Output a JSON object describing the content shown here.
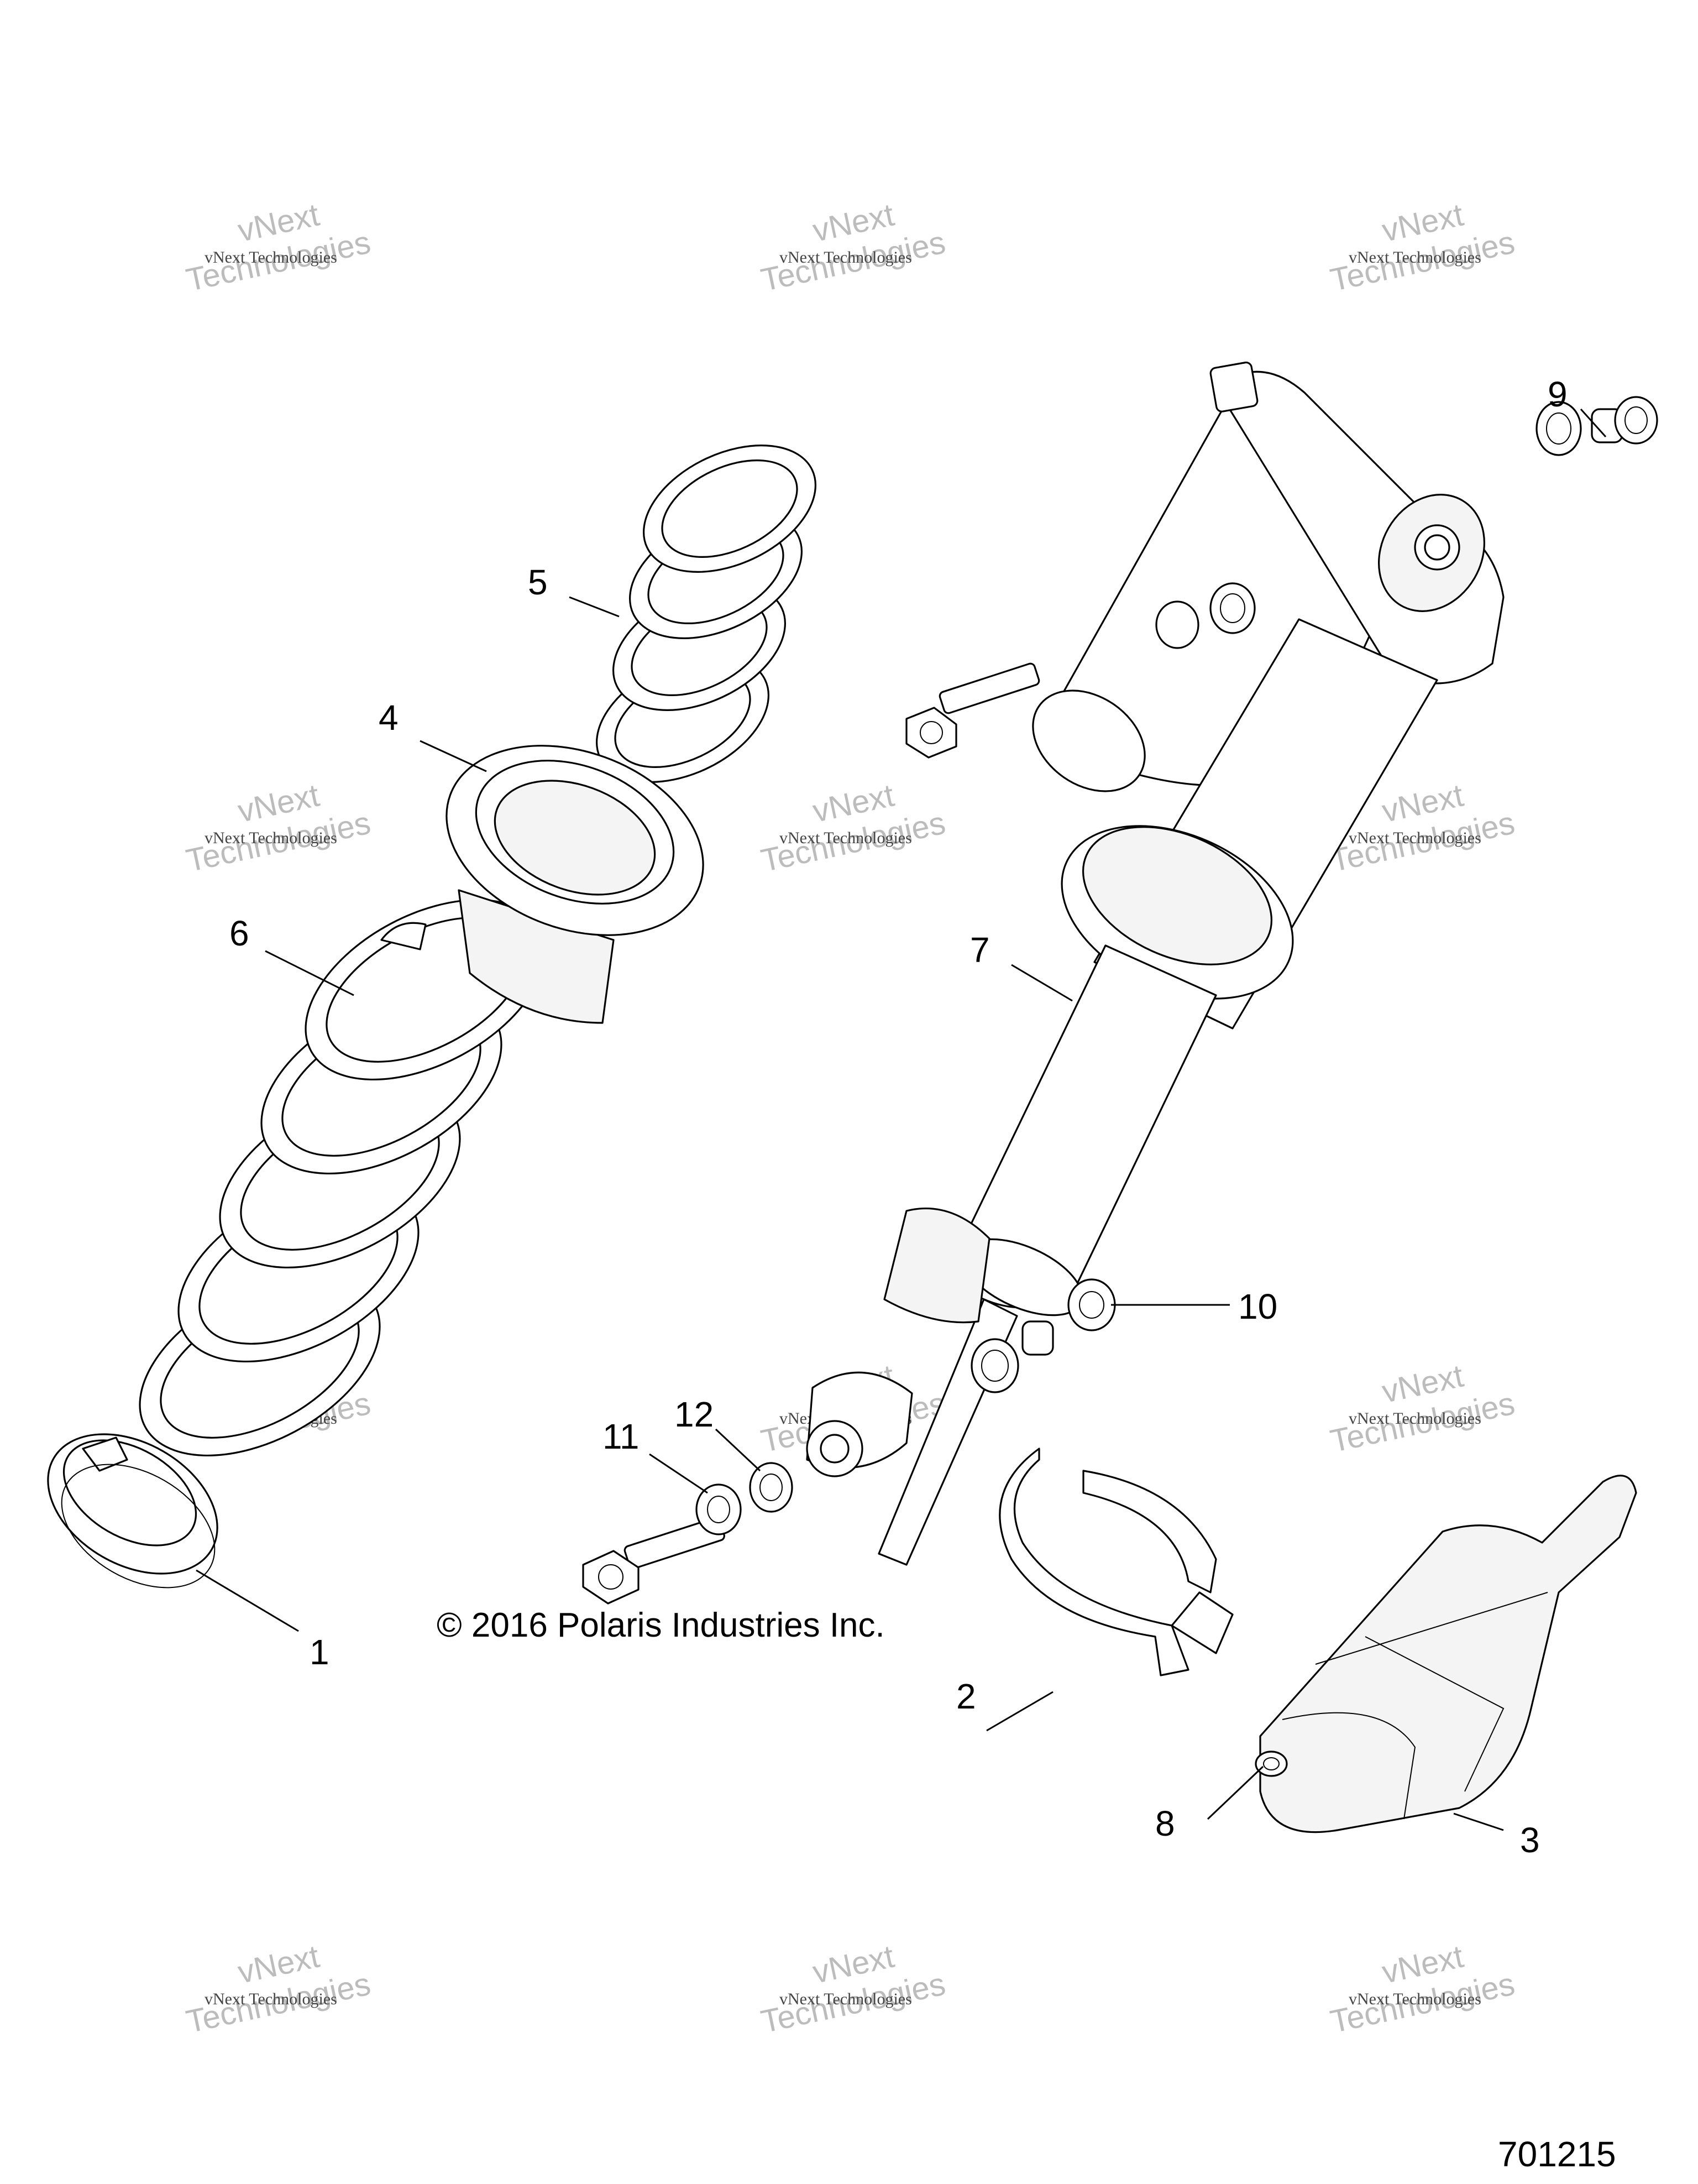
{
  "diagram": {
    "callouts": [
      {
        "id": "1",
        "label": "1"
      },
      {
        "id": "2",
        "label": "2"
      },
      {
        "id": "3",
        "label": "3"
      },
      {
        "id": "4",
        "label": "4"
      },
      {
        "id": "5",
        "label": "5"
      },
      {
        "id": "6",
        "label": "6"
      },
      {
        "id": "7",
        "label": "7"
      },
      {
        "id": "8",
        "label": "8"
      },
      {
        "id": "9",
        "label": "9"
      },
      {
        "id": "10",
        "label": "10"
      },
      {
        "id": "11",
        "label": "11"
      },
      {
        "id": "12",
        "label": "12"
      }
    ],
    "copyright": "© 2016 Polaris Industries Inc.",
    "figure_number": "701215",
    "watermark": {
      "line_small": "vNext Technologies",
      "line_large_1": "vNext",
      "line_large_2": "Technologies"
    }
  }
}
